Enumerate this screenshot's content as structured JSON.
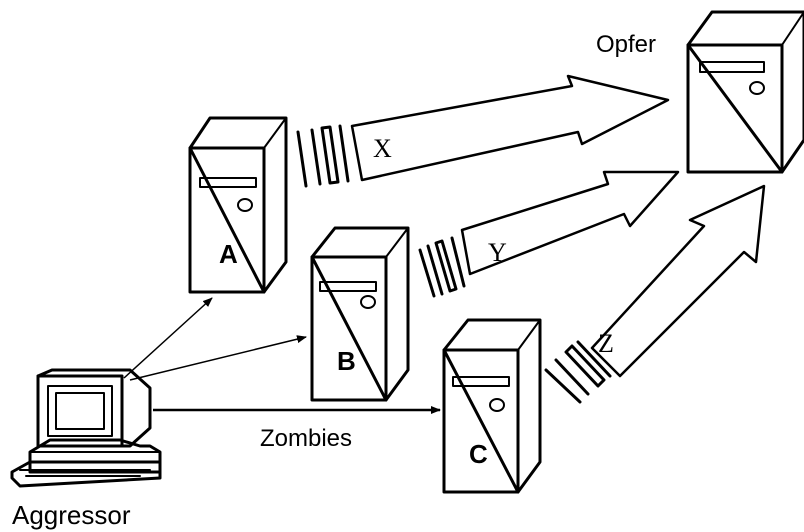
{
  "nodes": {
    "victim": {
      "label": "Opfer"
    },
    "zombie_a": {
      "label": "A"
    },
    "zombie_b": {
      "label": "B"
    },
    "zombie_c": {
      "label": "C"
    },
    "aggressor": {
      "label": "Aggressor"
    }
  },
  "edges": {
    "zombies_label": "Zombies"
  },
  "flows": {
    "x": "X",
    "y": "Y",
    "z": "Z"
  }
}
